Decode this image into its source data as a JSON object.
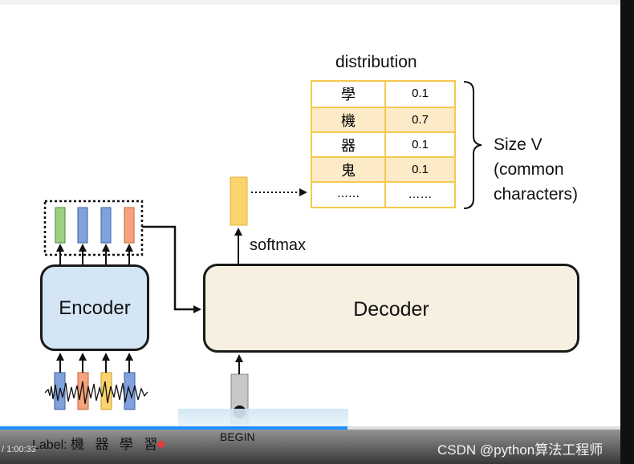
{
  "distribution": {
    "title": "distribution",
    "rows": [
      {
        "char": "學",
        "value": "0.1"
      },
      {
        "char": "機",
        "value": "0.7"
      },
      {
        "char": "器",
        "value": "0.1"
      },
      {
        "char": "鬼",
        "value": "0.1"
      },
      {
        "char": "……",
        "value": "……"
      }
    ]
  },
  "size_note": [
    "Size V",
    "(common",
    "characters)"
  ],
  "encoder_label": "Encoder",
  "decoder_label": "Decoder",
  "softmax_label": "softmax",
  "begin_label": "BEGIN",
  "label_prefix": "Label:",
  "label_chars": "機 器 學 習",
  "player": {
    "time": "/ 1:00:33",
    "progress_fraction": 0.56
  },
  "watermark": "CSDN @python算法工程师",
  "colors": {
    "table_border": "#f6c94d",
    "table_alt_row": "#fdebc8",
    "encoder_fill": "#d4e6f5",
    "decoder_fill": "#f7efe0",
    "output_vector": "#fbd36d",
    "progress": "#1e90ff"
  }
}
